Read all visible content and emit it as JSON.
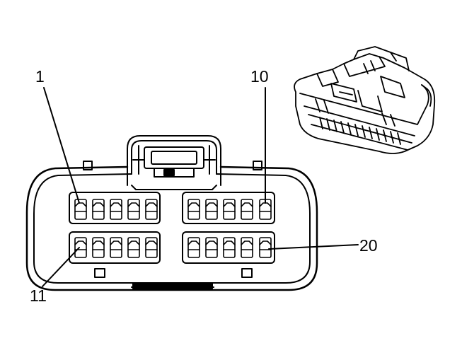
{
  "diagram": {
    "labels": {
      "pin_1": "1",
      "pin_10": "10",
      "pin_11": "11",
      "pin_20": "20"
    },
    "pin_rows": [
      {
        "row": "top",
        "first_pin": "1",
        "last_pin": "10",
        "count": 10
      },
      {
        "row": "bottom",
        "first_pin": "11",
        "last_pin": "20",
        "count": 10
      }
    ],
    "colors": {
      "line": "#000000",
      "background": "#ffffff"
    }
  }
}
